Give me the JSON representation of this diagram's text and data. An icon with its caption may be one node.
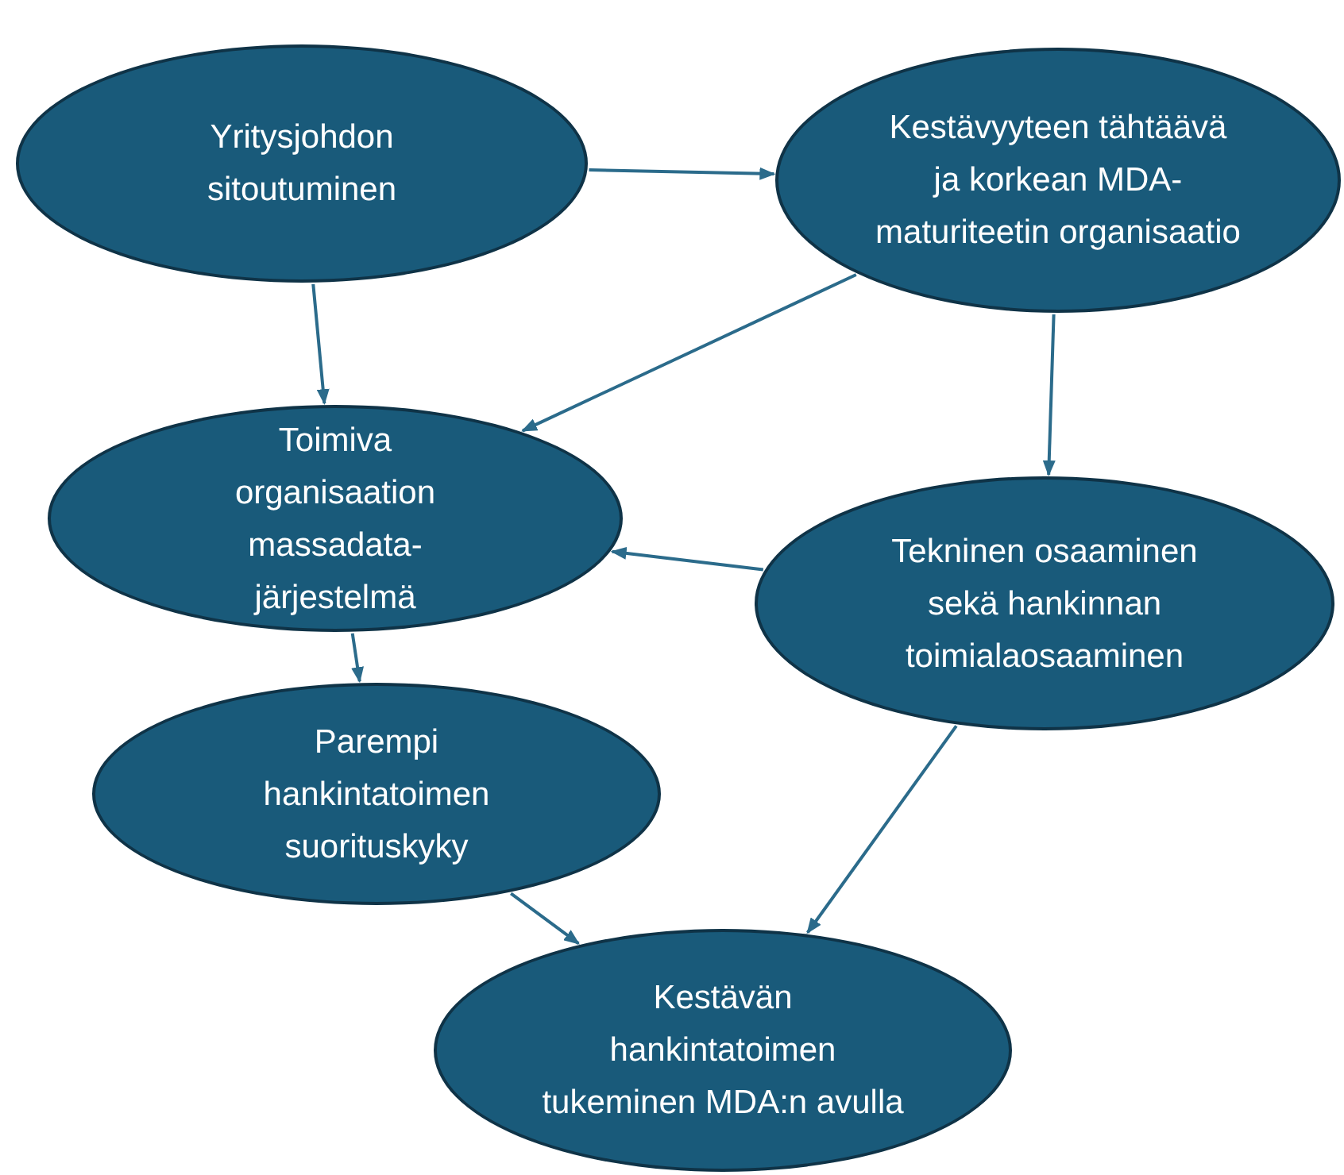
{
  "diagram": {
    "nodes": [
      {
        "text": [
          "Yritysjohdon sitoutuminen"
        ]
      },
      {
        "text": [
          "Kestävyyteen tähtäävä ja korkean MDA-maturiteetin organisaatio"
        ]
      },
      {
        "text": [
          "Toimiva organisaation massadata-järjestelmä"
        ]
      },
      {
        "text": [
          "Tekninen osaaminen sekä hankinnan toimialaosaaminen"
        ]
      },
      {
        "text": [
          "Parempi hankintatoimen suorituskyky"
        ]
      },
      {
        "text": [
          "Kestävän hankintatoimen tukeminen MDA:n avulla"
        ]
      }
    ],
    "edges": [
      {
        "from": 0,
        "to": 1,
        "arrow": "to"
      },
      {
        "from": 0,
        "to": 2,
        "arrow": "to"
      },
      {
        "from": 1,
        "to": 2,
        "arrow": "to"
      },
      {
        "from": 1,
        "to": 3,
        "arrow": "to"
      },
      {
        "from": 3,
        "to": 2,
        "arrow": "to"
      },
      {
        "from": 2,
        "to": 4,
        "arrow": "to"
      },
      {
        "from": 4,
        "to": 5,
        "arrow": "to"
      },
      {
        "from": 3,
        "to": 5,
        "arrow": "to"
      }
    ]
  }
}
